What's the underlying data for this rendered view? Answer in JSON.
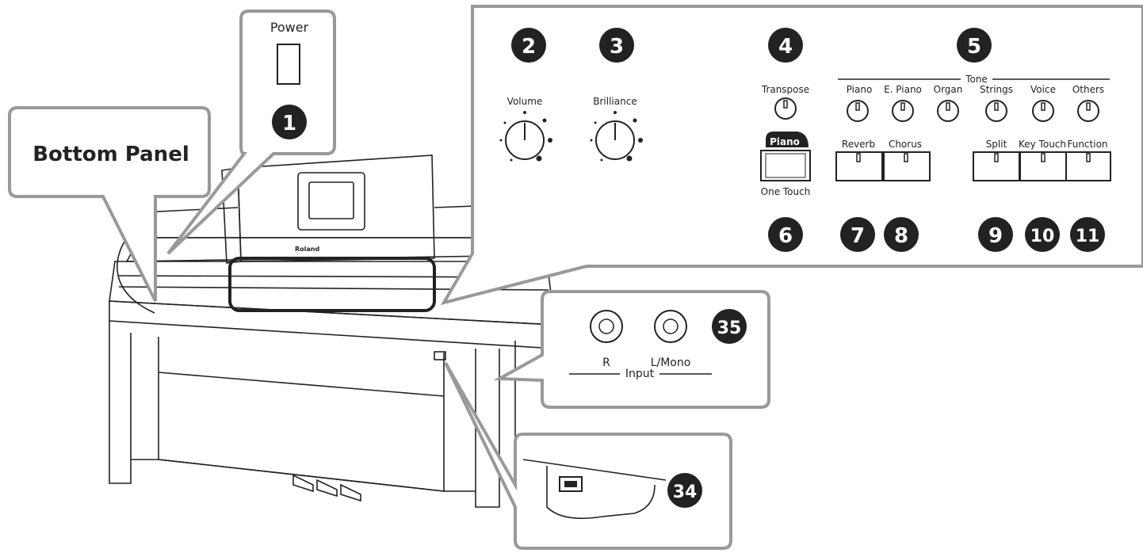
{
  "labels": {
    "power": "Power",
    "bottom_panel": "Bottom Panel",
    "volume": "Volume",
    "brilliance": "Brilliance",
    "transpose": "Transpose",
    "tone": "Tone",
    "tone_piano": "Piano",
    "tone_epiano": "E. Piano",
    "tone_organ": "Organ",
    "tone_strings": "Strings",
    "tone_voice": "Voice",
    "tone_others": "Others",
    "piano_tag": "Piano",
    "one_touch": "One Touch",
    "reverb": "Reverb",
    "chorus": "Chorus",
    "split": "Split",
    "key_touch": "Key Touch",
    "function": "Function",
    "input_r": "R",
    "input_lmono": "L/Mono",
    "input": "Input",
    "brand": "Roland"
  },
  "numbers": {
    "n1": "1",
    "n2": "2",
    "n3": "3",
    "n4": "4",
    "n5": "5",
    "n6": "6",
    "n7": "7",
    "n8": "8",
    "n9": "9",
    "n10": "10",
    "n11": "11",
    "n34": "34",
    "n35": "35"
  },
  "colors": {
    "ink": "#222222",
    "callout_border": "#999999",
    "background": "#ffffff"
  }
}
